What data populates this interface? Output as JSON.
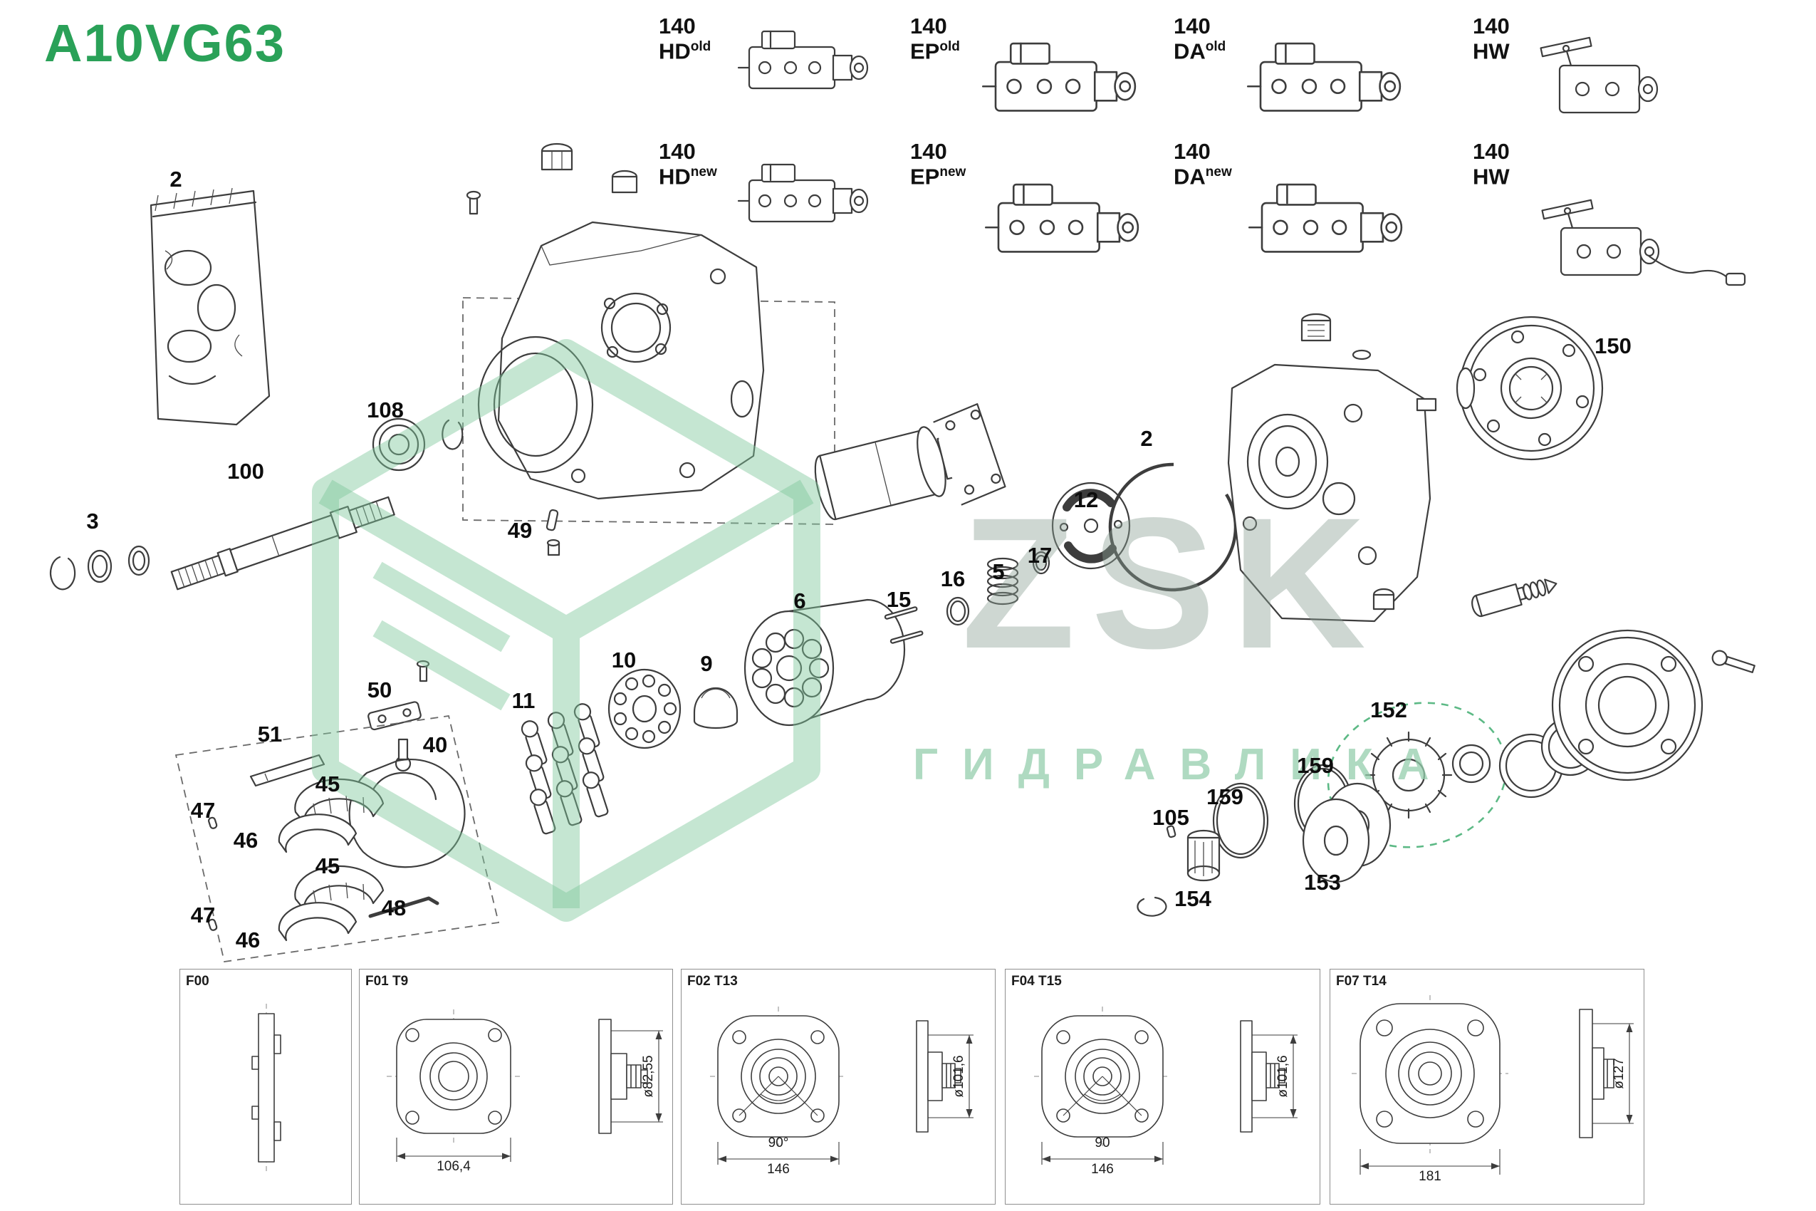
{
  "title": "A10VG63",
  "accent_color": "#2aa158",
  "watermark": {
    "logo_text": "ZSK",
    "subtitle": "ГИДРАВЛИКА"
  },
  "modules": [
    {
      "num": "140",
      "code": "HD",
      "variant": "old"
    },
    {
      "num": "140",
      "code": "EP",
      "variant": "old"
    },
    {
      "num": "140",
      "code": "DA",
      "variant": "old"
    },
    {
      "num": "140",
      "code": "HW",
      "variant": ""
    },
    {
      "num": "140",
      "code": "HD",
      "variant": "new"
    },
    {
      "num": "140",
      "code": "EP",
      "variant": "new"
    },
    {
      "num": "140",
      "code": "DA",
      "variant": "new"
    },
    {
      "num": "140",
      "code": "HW",
      "variant": ""
    }
  ],
  "callouts": [
    {
      "name": "seal-kit-bag",
      "label": "2"
    },
    {
      "name": "bearing",
      "label": "108"
    },
    {
      "name": "drive-shaft",
      "label": "100"
    },
    {
      "name": "shaft-seal-rings",
      "label": "3"
    },
    {
      "name": "pin",
      "label": "49"
    },
    {
      "name": "link-plate",
      "label": "50"
    },
    {
      "name": "retaining-bracket",
      "label": "51"
    },
    {
      "name": "swashplate",
      "label": "40"
    },
    {
      "name": "roller-cage-upper",
      "label": "45"
    },
    {
      "name": "pellet-upper",
      "label": "47"
    },
    {
      "name": "bearing-shell-upper",
      "label": "46"
    },
    {
      "name": "roller-cage-lower",
      "label": "45"
    },
    {
      "name": "feedback-rod",
      "label": "48"
    },
    {
      "name": "pellet-lower",
      "label": "47"
    },
    {
      "name": "bearing-shell-lower",
      "label": "46"
    },
    {
      "name": "pistons",
      "label": "11"
    },
    {
      "name": "retainer-plate",
      "label": "10"
    },
    {
      "name": "ball-guide",
      "label": "9"
    },
    {
      "name": "cylinder-block",
      "label": "6"
    },
    {
      "name": "pins",
      "label": "15"
    },
    {
      "name": "seal-ring",
      "label": "16"
    },
    {
      "name": "spring",
      "label": "5"
    },
    {
      "name": "ring",
      "label": "17"
    },
    {
      "name": "valve-plate",
      "label": "12"
    },
    {
      "name": "o-ring-large",
      "label": "2"
    },
    {
      "name": "end-cover",
      "label": "150"
    },
    {
      "name": "charge-pump-gear",
      "label": "152"
    },
    {
      "name": "o-ring-right",
      "label": "159"
    },
    {
      "name": "o-ring-left",
      "label": "159"
    },
    {
      "name": "small-pin",
      "label": "105"
    },
    {
      "name": "coupling-sleeve",
      "label": "154"
    },
    {
      "name": "charge-pump-plates",
      "label": "153"
    }
  ],
  "panels": [
    {
      "id": "F00"
    },
    {
      "id": "F01 T9",
      "width": "106,4",
      "diameter": "ø82,55"
    },
    {
      "id": "F02 T13",
      "angle": "90°",
      "width": "146",
      "diameter": "ø101,6"
    },
    {
      "id": "F04 T15",
      "angle": "90",
      "width": "146",
      "diameter": "ø101,6"
    },
    {
      "id": "F07 T14",
      "width": "181",
      "diameter": "ø127"
    }
  ]
}
